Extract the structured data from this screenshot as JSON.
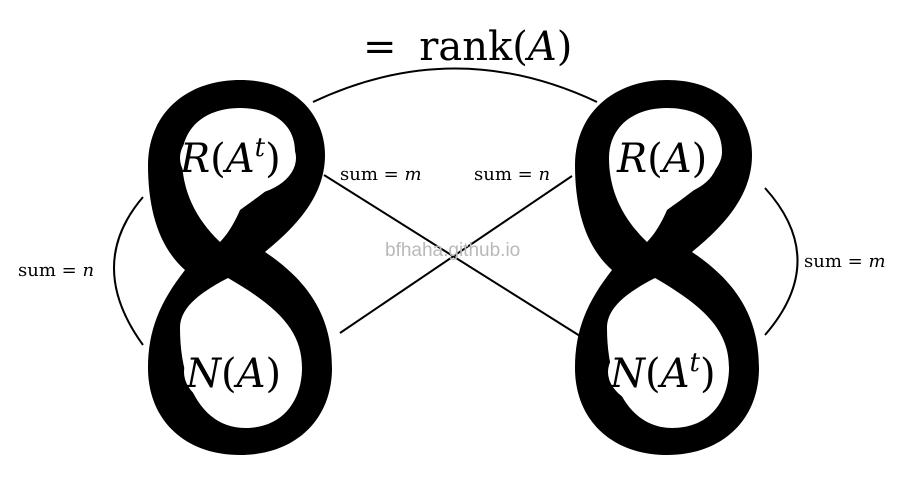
{
  "top_label": {
    "eq": "=",
    "rank": "rank(",
    "A": "A",
    "close": ")"
  },
  "left_figure8": {
    "top": {
      "R": "R",
      "open": "(",
      "A": "A",
      "t": "t",
      "close": ")"
    },
    "bottom": {
      "N": "N",
      "open": "(",
      "A": "A",
      "close": ")"
    },
    "side_label": {
      "text": "sum = ",
      "var": "n"
    }
  },
  "right_figure8": {
    "top": {
      "R": "R",
      "open": "(",
      "A": "A",
      "close": ")"
    },
    "bottom": {
      "N": "N",
      "open": "(",
      "A": "A",
      "t": "t",
      "close": ")"
    },
    "side_label": {
      "text": "sum = ",
      "var": "m"
    }
  },
  "cross_labels": {
    "left": {
      "text": "sum = ",
      "var": "m"
    },
    "right": {
      "text": "sum = ",
      "var": "n"
    }
  },
  "watermark": "bfhaha.github.io",
  "colors": {
    "ink": "#000000",
    "watermark": "#b9b9b9",
    "background": "#ffffff"
  }
}
